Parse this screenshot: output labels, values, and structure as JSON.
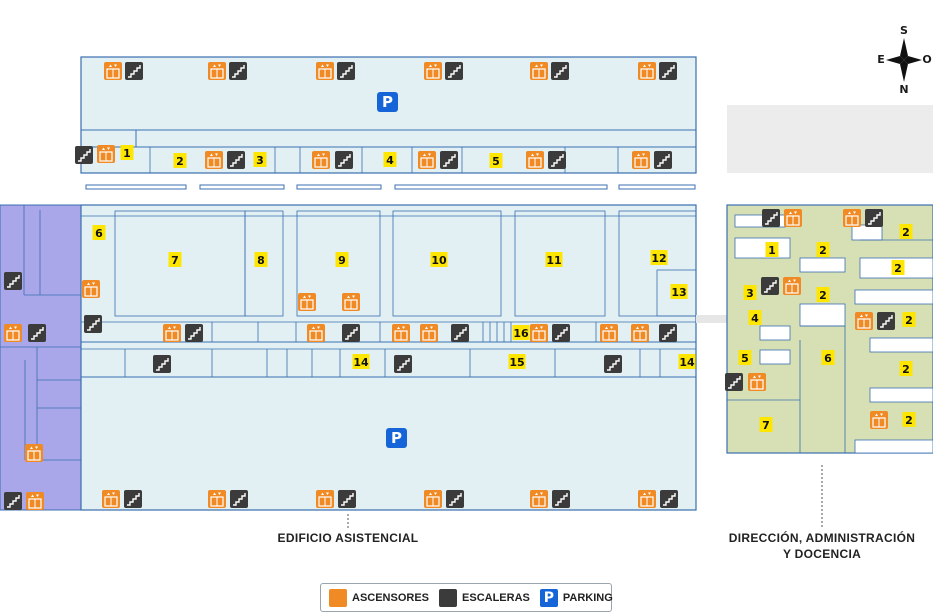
{
  "buildings": {
    "asistencial": "EDIFICIO ASISTENCIAL",
    "direccion_line1": "DIRECCIÓN, ADMINISTRACIÓN",
    "direccion_line2": "Y DOCENCIA"
  },
  "compass": {
    "north": "N",
    "south": "S",
    "east": "E",
    "west": "O"
  },
  "parking_symbol": "P",
  "legend": {
    "elevators": "ASCENSORES",
    "stairs": "ESCALERAS",
    "parking": "PARKING",
    "parking_symbol": "P"
  },
  "colors": {
    "elevator": "#f08a24",
    "stairs": "#3b3b3b",
    "parking": "#1565d8",
    "main_building": "#e2f0f3",
    "admin_building": "#d7e0b5",
    "purple_zone": "#a9a6ea",
    "number_badge": "#ffe600"
  },
  "zones": {
    "top": [
      {
        "id": "z1",
        "label": "1"
      },
      {
        "id": "z2",
        "label": "2"
      },
      {
        "id": "z3",
        "label": "3"
      },
      {
        "id": "z4",
        "label": "4"
      },
      {
        "id": "z5",
        "label": "5"
      }
    ],
    "main": [
      {
        "id": "z6",
        "label": "6"
      },
      {
        "id": "z7",
        "label": "7"
      },
      {
        "id": "z8",
        "label": "8"
      },
      {
        "id": "z9",
        "label": "9"
      },
      {
        "id": "z10",
        "label": "10"
      },
      {
        "id": "z11",
        "label": "11"
      },
      {
        "id": "z12",
        "label": "12"
      },
      {
        "id": "z13",
        "label": "13"
      },
      {
        "id": "z14a",
        "label": "14"
      },
      {
        "id": "z14b",
        "label": "14"
      },
      {
        "id": "z15",
        "label": "15"
      },
      {
        "id": "z16",
        "label": "16"
      }
    ],
    "admin": [
      {
        "id": "a1",
        "label": "1"
      },
      {
        "id": "a2a",
        "label": "2"
      },
      {
        "id": "a2b",
        "label": "2"
      },
      {
        "id": "a2c",
        "label": "2"
      },
      {
        "id": "a2d",
        "label": "2"
      },
      {
        "id": "a2e",
        "label": "2"
      },
      {
        "id": "a2f",
        "label": "2"
      },
      {
        "id": "a2g",
        "label": "2"
      },
      {
        "id": "a3",
        "label": "3"
      },
      {
        "id": "a4",
        "label": "4"
      },
      {
        "id": "a5",
        "label": "5"
      },
      {
        "id": "a6",
        "label": "6"
      },
      {
        "id": "a7",
        "label": "7"
      }
    ]
  }
}
